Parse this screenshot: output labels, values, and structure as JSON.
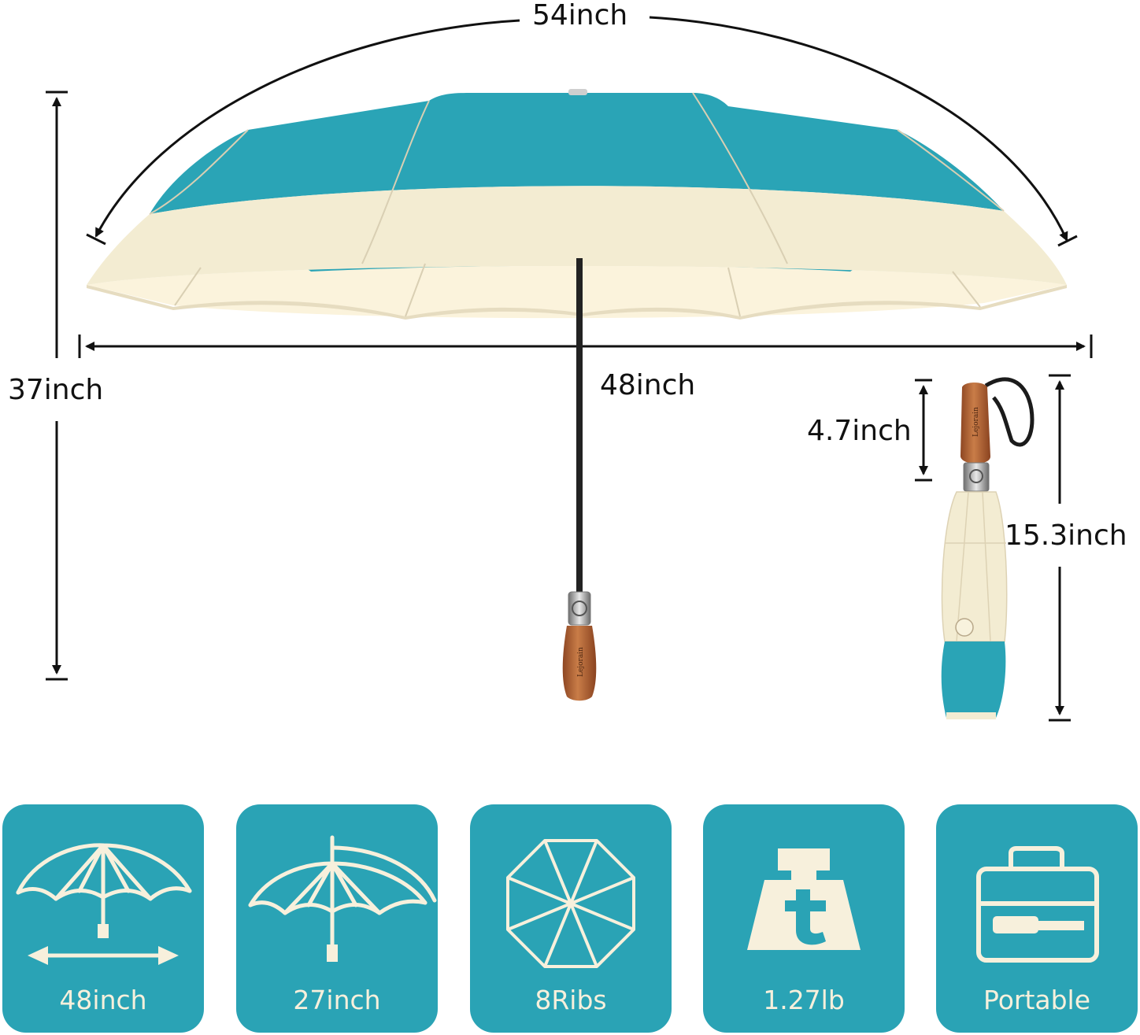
{
  "colors": {
    "teal": "#2aa4b6",
    "cream": "#f6f0d8",
    "card_teal": "#2aa3b5",
    "wood": "#b8693a",
    "ink": "#111111"
  },
  "dimensions": {
    "arc_width": "54inch",
    "open_height": "37inch",
    "open_width": "48inch",
    "handle_length": "4.7inch",
    "folded_length": "15.3inch"
  },
  "branding": {
    "handle_brand": "Lejorain",
    "folded_brand": "Lejorain"
  },
  "features": [
    {
      "label": "48inch",
      "icon": "open-umbrella-width-icon"
    },
    {
      "label": "27inch",
      "icon": "umbrella-radius-icon"
    },
    {
      "label": "8Ribs",
      "icon": "octagon-ribs-icon"
    },
    {
      "label": "1.27lb",
      "icon": "weight-icon"
    },
    {
      "label": "Portable",
      "icon": "briefcase-icon"
    }
  ]
}
